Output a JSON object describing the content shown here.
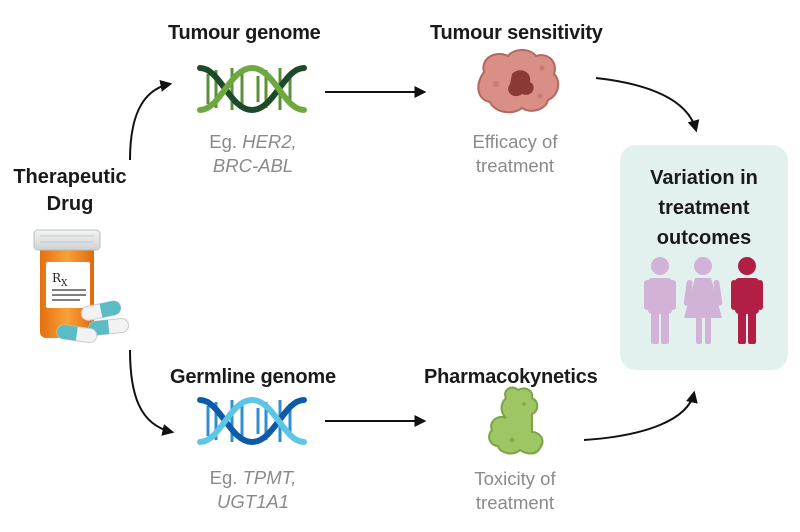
{
  "drug": {
    "line1": "Therapeutic",
    "line2": "Drug"
  },
  "tumour_genome": {
    "title": "Tumour genome",
    "prefix": "Eg. ",
    "gene1": "HER2,",
    "gene2": "BRC-ABL"
  },
  "tumour_sensitivity": {
    "title": "Tumour sensitivity",
    "line1": "Efficacy of",
    "line2": "treatment"
  },
  "germline_genome": {
    "title": "Germline genome",
    "prefix": "Eg. ",
    "gene1": "TPMT,",
    "gene2": "UGT1A1"
  },
  "pharmacokinetics": {
    "title": "Pharmacokynetics",
    "line1": "Toxicity of",
    "line2": "treatment"
  },
  "outcome": {
    "line1": "Variation in",
    "line2": "treatment",
    "line3": "outcomes"
  },
  "pill_label": "R",
  "pill_label_sub": "X",
  "icons": [
    "pill-bottle-icon",
    "capsule-icon",
    "dna-helix-icon",
    "tumour-icon",
    "liver-icon",
    "person-icon"
  ],
  "colors": {
    "dna_tumour": [
      "#1c4a2a",
      "#6ea83f"
    ],
    "dna_germline": [
      "#0d5aa8",
      "#5dc5e6"
    ],
    "tumour": "#d98f86",
    "liver": "#9ec664",
    "outcome_bg": "#e3f1ee",
    "person_light": "#d3b2d8",
    "person_dark": "#b21f45"
  }
}
